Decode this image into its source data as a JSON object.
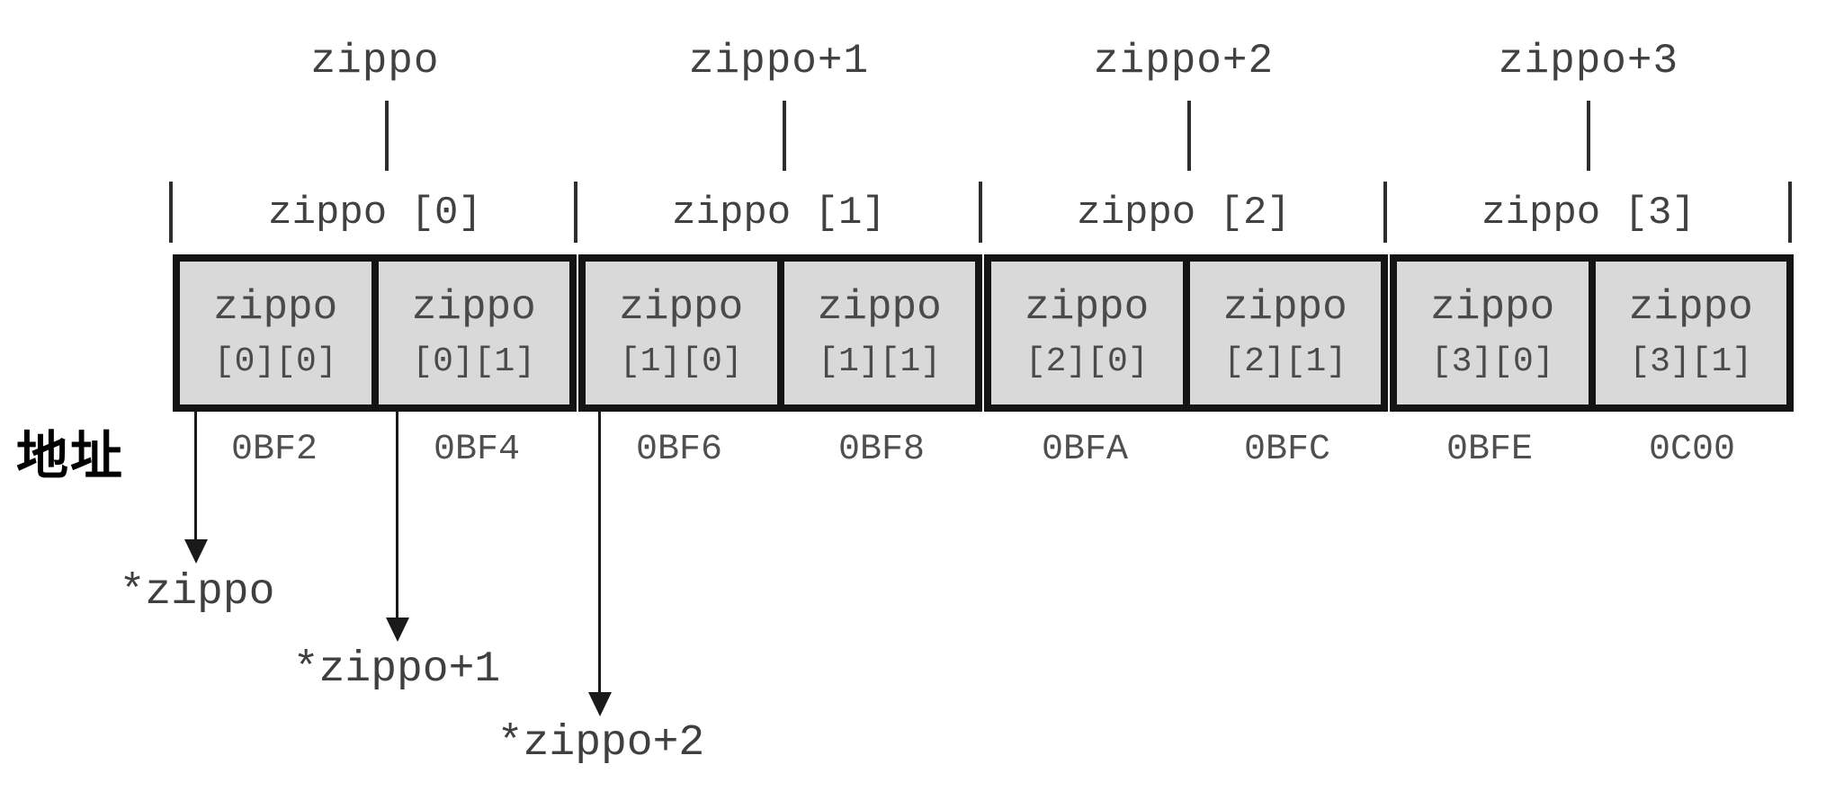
{
  "figure": {
    "description": "Memory layout diagram of two-dimensional array zippo[4][2]",
    "address_caption": "地址",
    "top_pointers": [
      {
        "label": "zippo"
      },
      {
        "label": "zippo+1"
      },
      {
        "label": "zippo+2"
      },
      {
        "label": "zippo+3"
      }
    ],
    "row_labels": [
      {
        "label": "zippo [0]"
      },
      {
        "label": "zippo [1]"
      },
      {
        "label": "zippo [2]"
      },
      {
        "label": "zippo [3]"
      }
    ],
    "cells": [
      {
        "line1": "zippo",
        "line2": "[0][0]",
        "address": "0BF2"
      },
      {
        "line1": "zippo",
        "line2": "[0][1]",
        "address": "0BF4"
      },
      {
        "line1": "zippo",
        "line2": "[1][0]",
        "address": "0BF6"
      },
      {
        "line1": "zippo",
        "line2": "[1][1]",
        "address": "0BF8"
      },
      {
        "line1": "zippo",
        "line2": "[2][0]",
        "address": "0BFA"
      },
      {
        "line1": "zippo",
        "line2": "[2][1]",
        "address": "0BFC"
      },
      {
        "line1": "zippo",
        "line2": "[3][0]",
        "address": "0BFE"
      },
      {
        "line1": "zippo",
        "line2": "[3][1]",
        "address": "0C00"
      }
    ],
    "deref_pointers": [
      {
        "label": "*zippo"
      },
      {
        "label": "*zippo+1"
      },
      {
        "label": "*zippo+2"
      }
    ],
    "colors": {
      "cell_fill": "#d9d9d9",
      "border": "#141414",
      "text": "#4a4a4a",
      "background": "#ffffff"
    }
  }
}
